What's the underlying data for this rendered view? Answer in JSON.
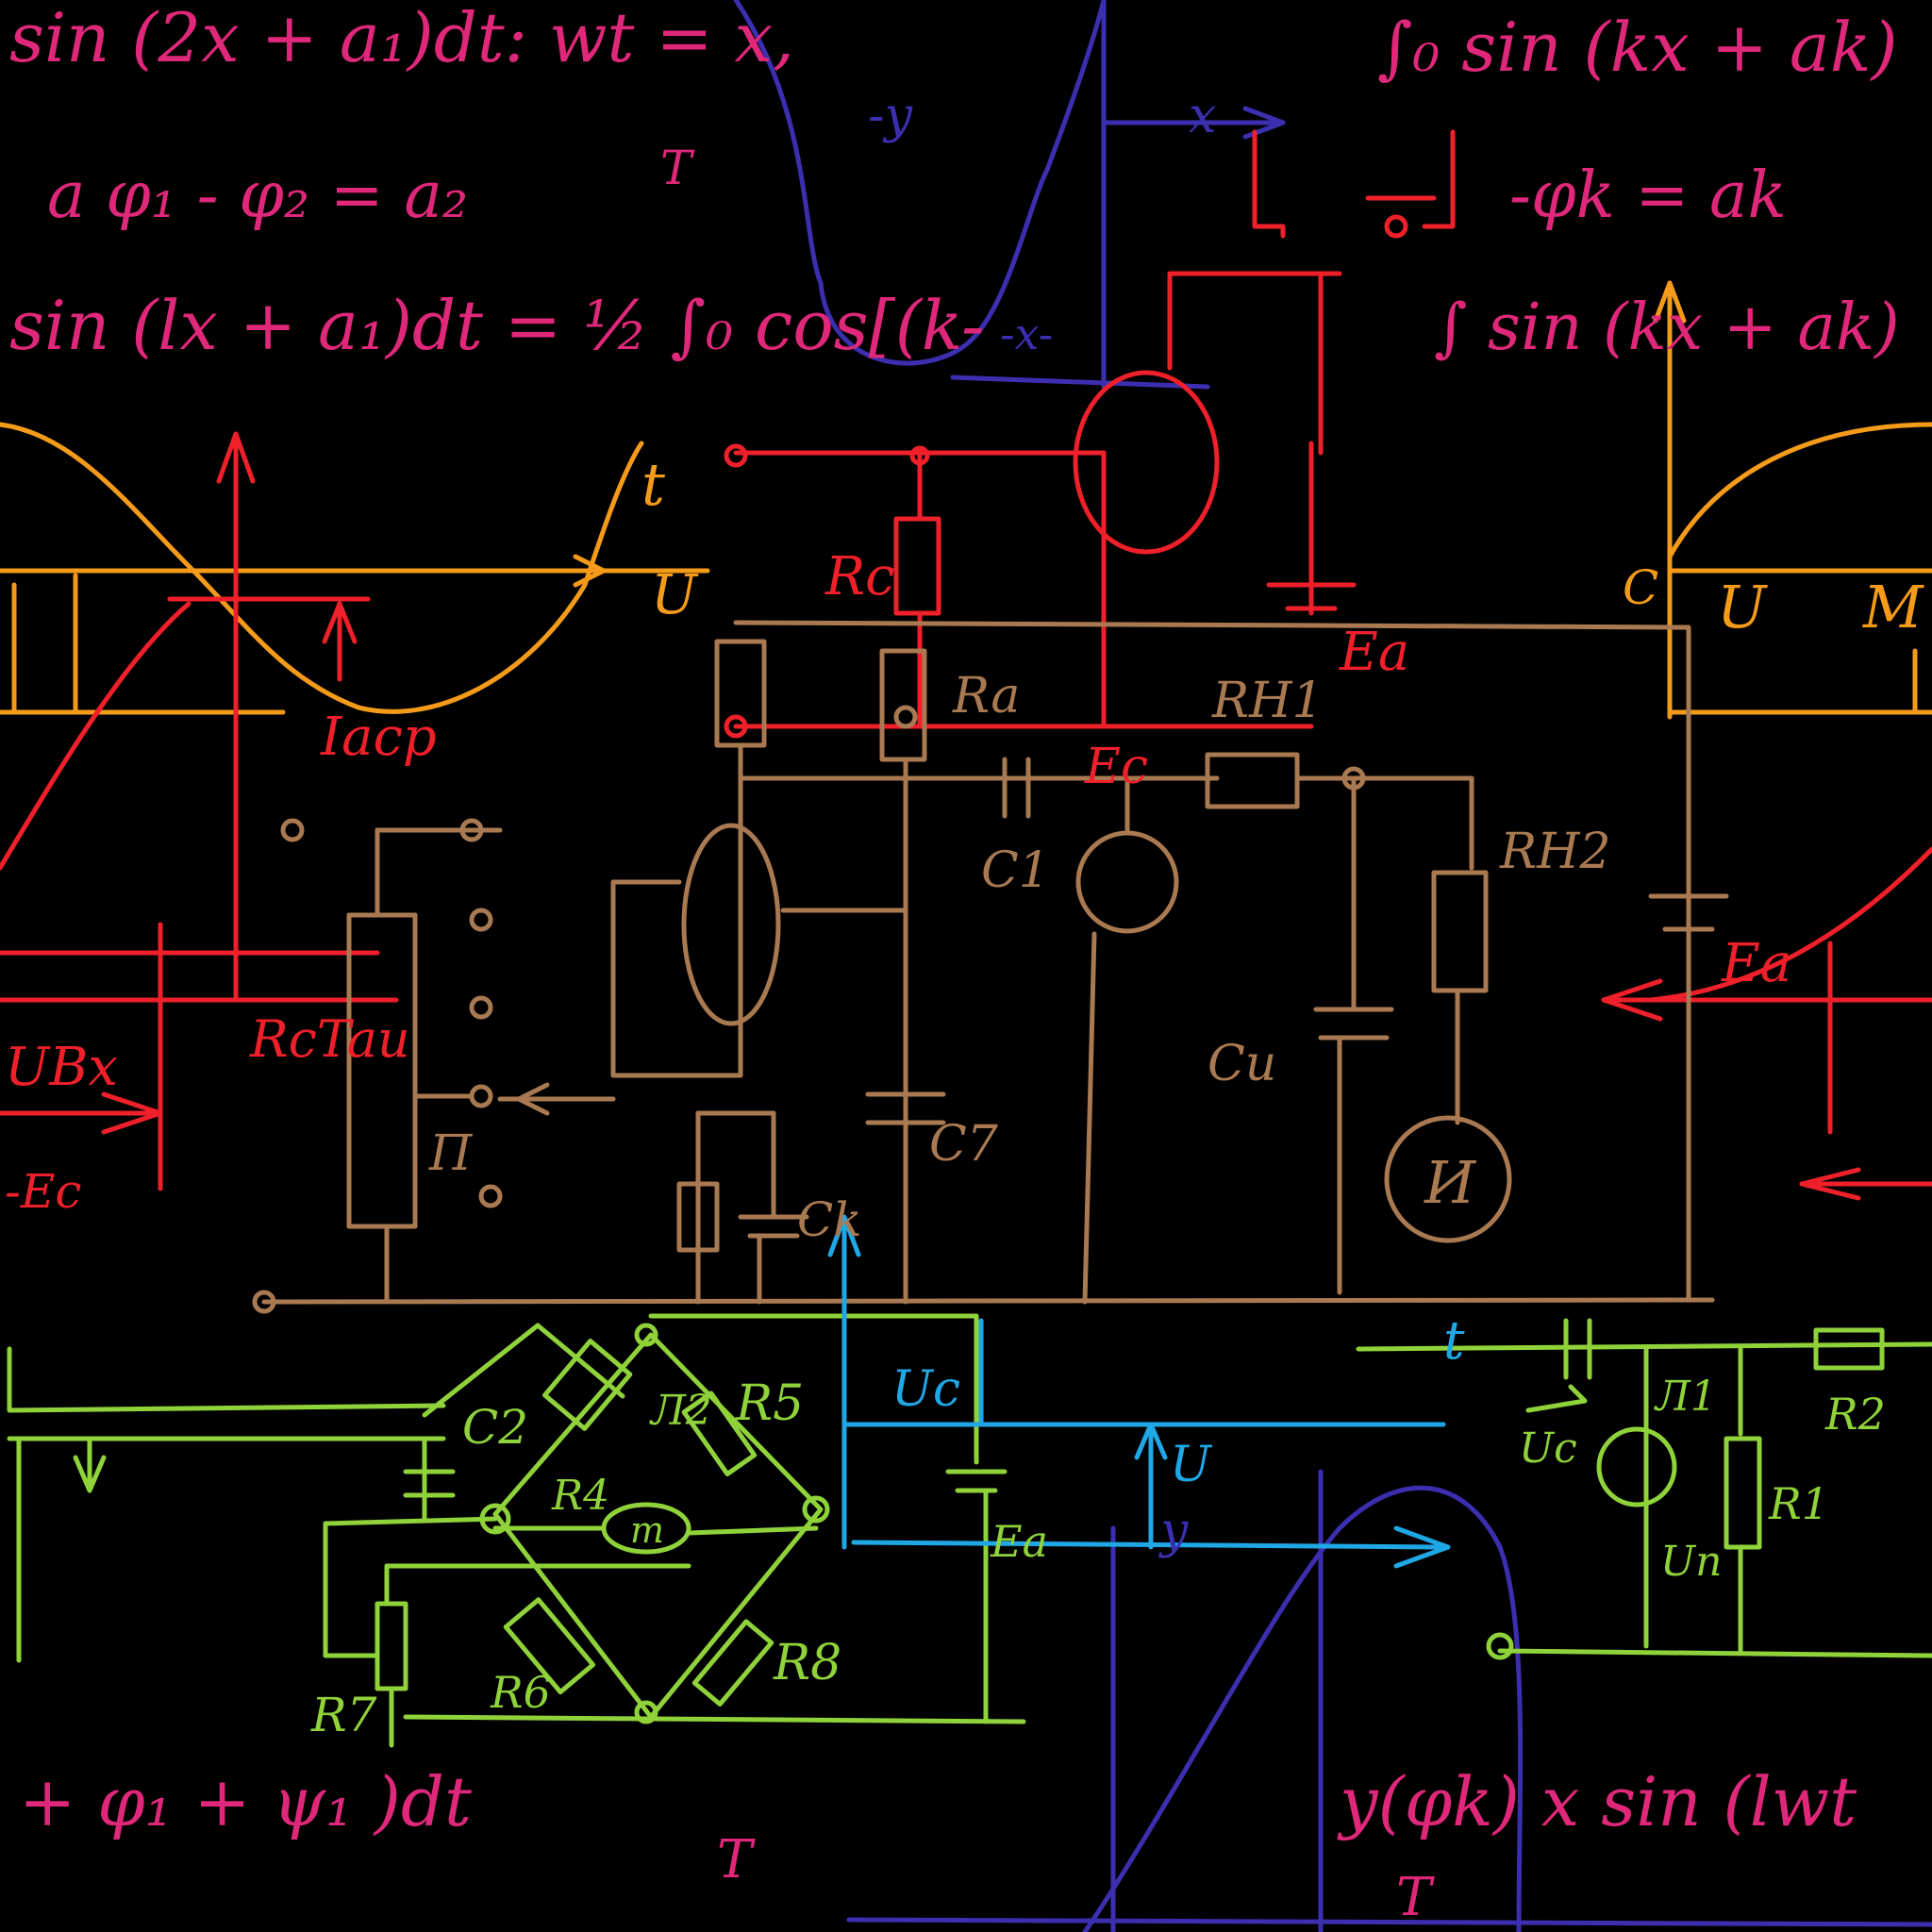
{
  "colors": {
    "background": "#000000",
    "formula": "#e0287a",
    "orange": "#f59b1a",
    "red": "#f0202a",
    "brown": "#a97a52",
    "green": "#8fd23a",
    "cyan": "#1fa7e6",
    "blue": "#3b2fb0"
  },
  "formulas": {
    "f1": "sin (2x + a₁)dt: wt = x,",
    "f2": "∫₀ sin (kx + ak)",
    "f3": "a φ₁ - φ₂ = a₂",
    "f4": "T",
    "f5": "-φk = ak",
    "f6": "sin (lx + a₁)dt = ½ ∫₀ cos[(k-",
    "f7": "∫ sin (kx + ak)",
    "f8": "+ φ₁ + ψ₁ )dt",
    "f9": "y(φk) x sin (lwt",
    "f10": "T",
    "f11": "T"
  },
  "orange_labels": {
    "t": "t",
    "u": "U",
    "u2": "U",
    "m": "M",
    "c": "C"
  },
  "red_labels": {
    "rc": "Rc",
    "ea": "Ea",
    "ec": "Ec",
    "iacp": "Iacp",
    "ucx": "UBx",
    "ec2": "-Ec",
    "rctau": "RcTau",
    "ea2": "Ea"
  },
  "brown_labels": {
    "ra": "Ra",
    "rh1": "RH1",
    "rh2": "RH2",
    "c1": "C1",
    "c7": "C7",
    "ck": "Ck",
    "cu": "Cu",
    "pi": "П",
    "meter": "И"
  },
  "green_labels": {
    "c2": "C2",
    "r5": "R5",
    "r4": "R4",
    "l2": "Л2",
    "m": "m",
    "r7": "R7",
    "r6": "R6",
    "r8": "R8",
    "l1": "Л1",
    "r2": "R2",
    "r1": "R1",
    "ul": "Un",
    "uc": "Uc"
  },
  "cyan_labels": {
    "uc": "Uc",
    "u": "U",
    "ea": "Ea",
    "t": "t"
  },
  "blue_labels": {
    "y": "-y",
    "x": "x",
    "xt": "-x-",
    "yy": "y"
  }
}
